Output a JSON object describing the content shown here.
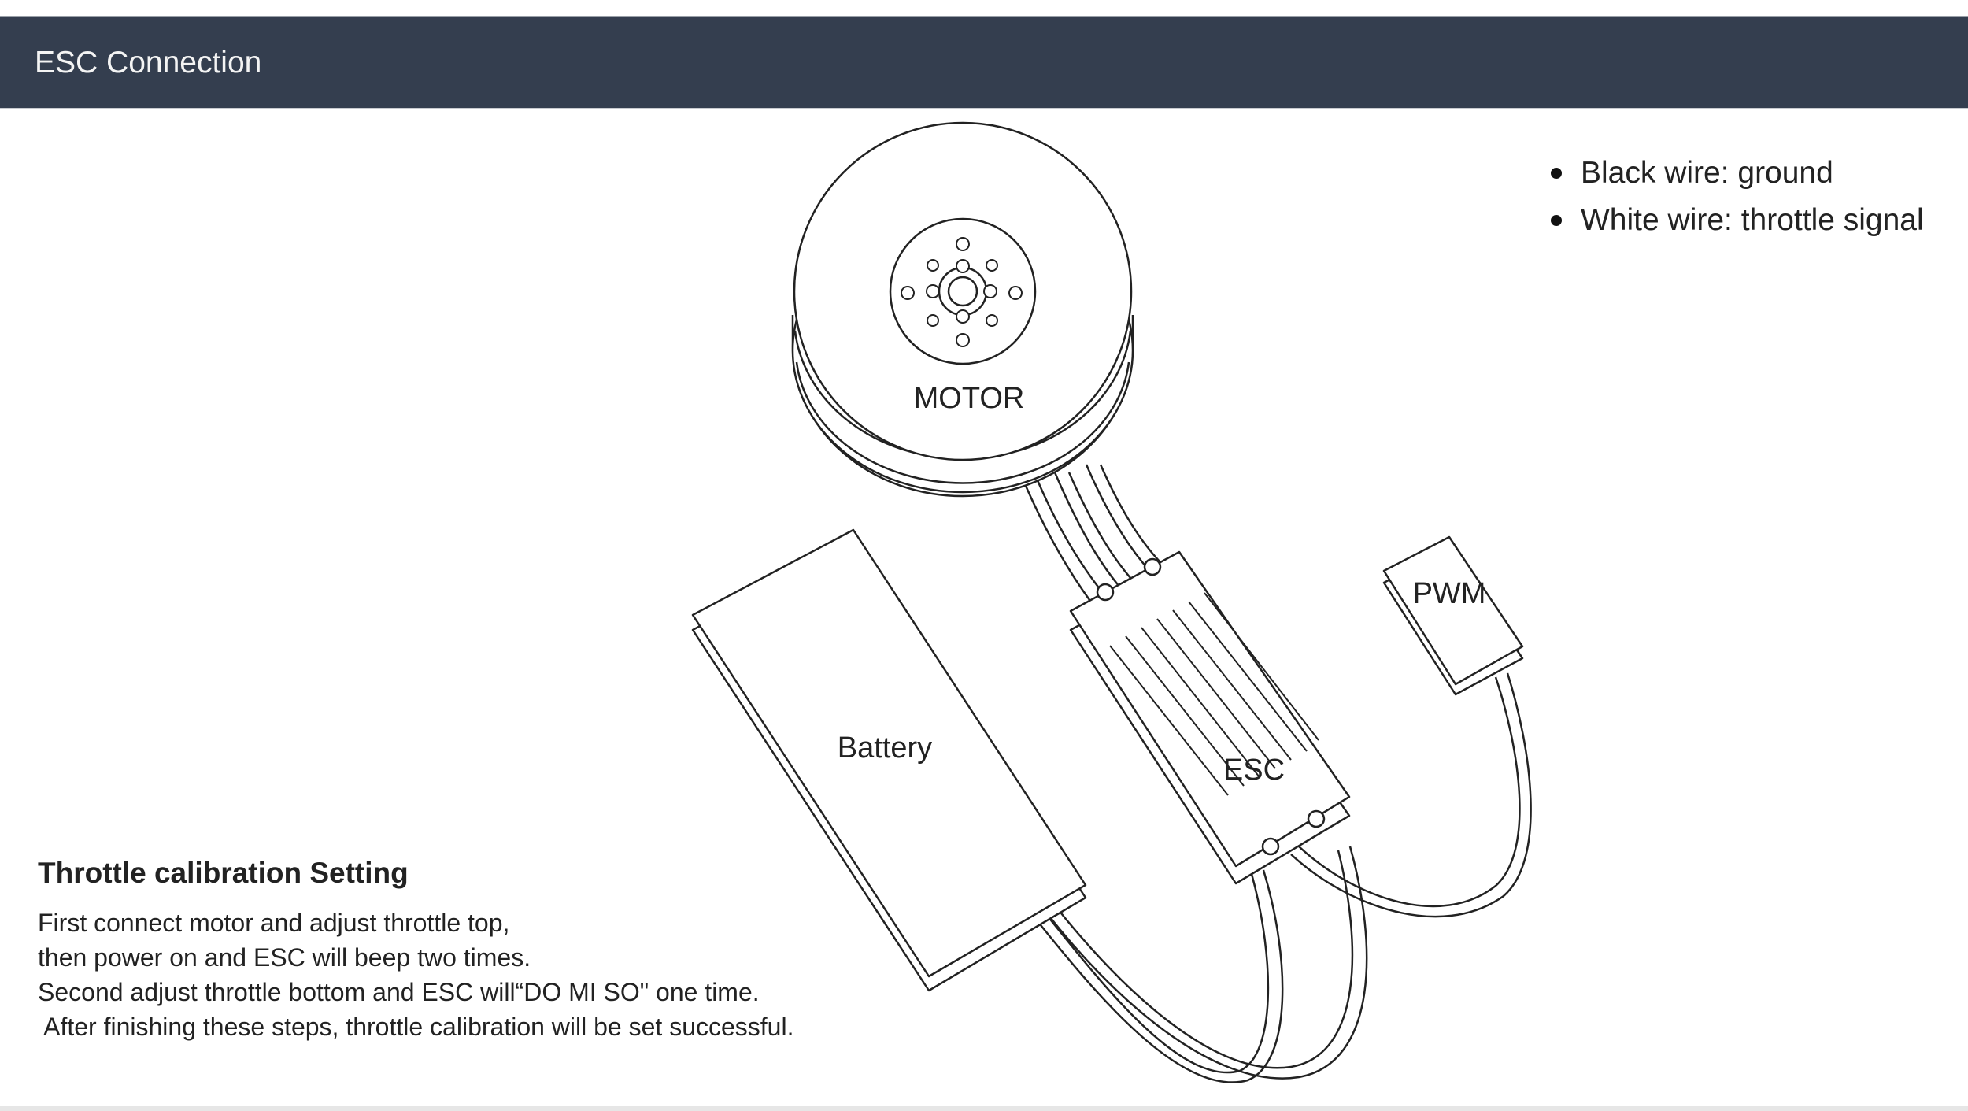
{
  "header": {
    "title": "ESC Connection"
  },
  "diagram": {
    "labels": {
      "motor": "MOTOR",
      "battery": "Battery",
      "esc": "ESC",
      "pwm": "PWM"
    }
  },
  "wire_notes": [
    "Black wire: ground",
    "White wire: throttle signal"
  ],
  "calibration": {
    "heading": "Throttle calibration Setting",
    "lines": [
      "First connect motor and adjust throttle top,",
      "then power on and ESC will beep two times.",
      "Second adjust throttle bottom and ESC will“DO MI SO\" one time.",
      " After finishing these steps, throttle calibration will be set successful."
    ]
  }
}
